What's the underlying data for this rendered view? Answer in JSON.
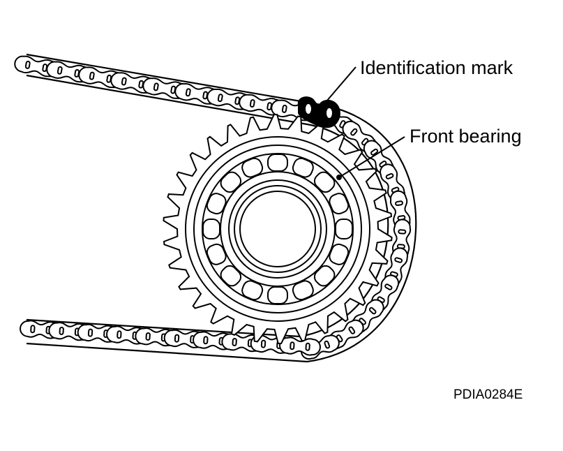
{
  "labels": {
    "identification_mark": "Identification mark",
    "front_bearing": "Front bearing",
    "figure_code": "PDIA0284E"
  },
  "colors": {
    "line": "#000000",
    "background": "#ffffff",
    "mark_fill": "#000000"
  }
}
